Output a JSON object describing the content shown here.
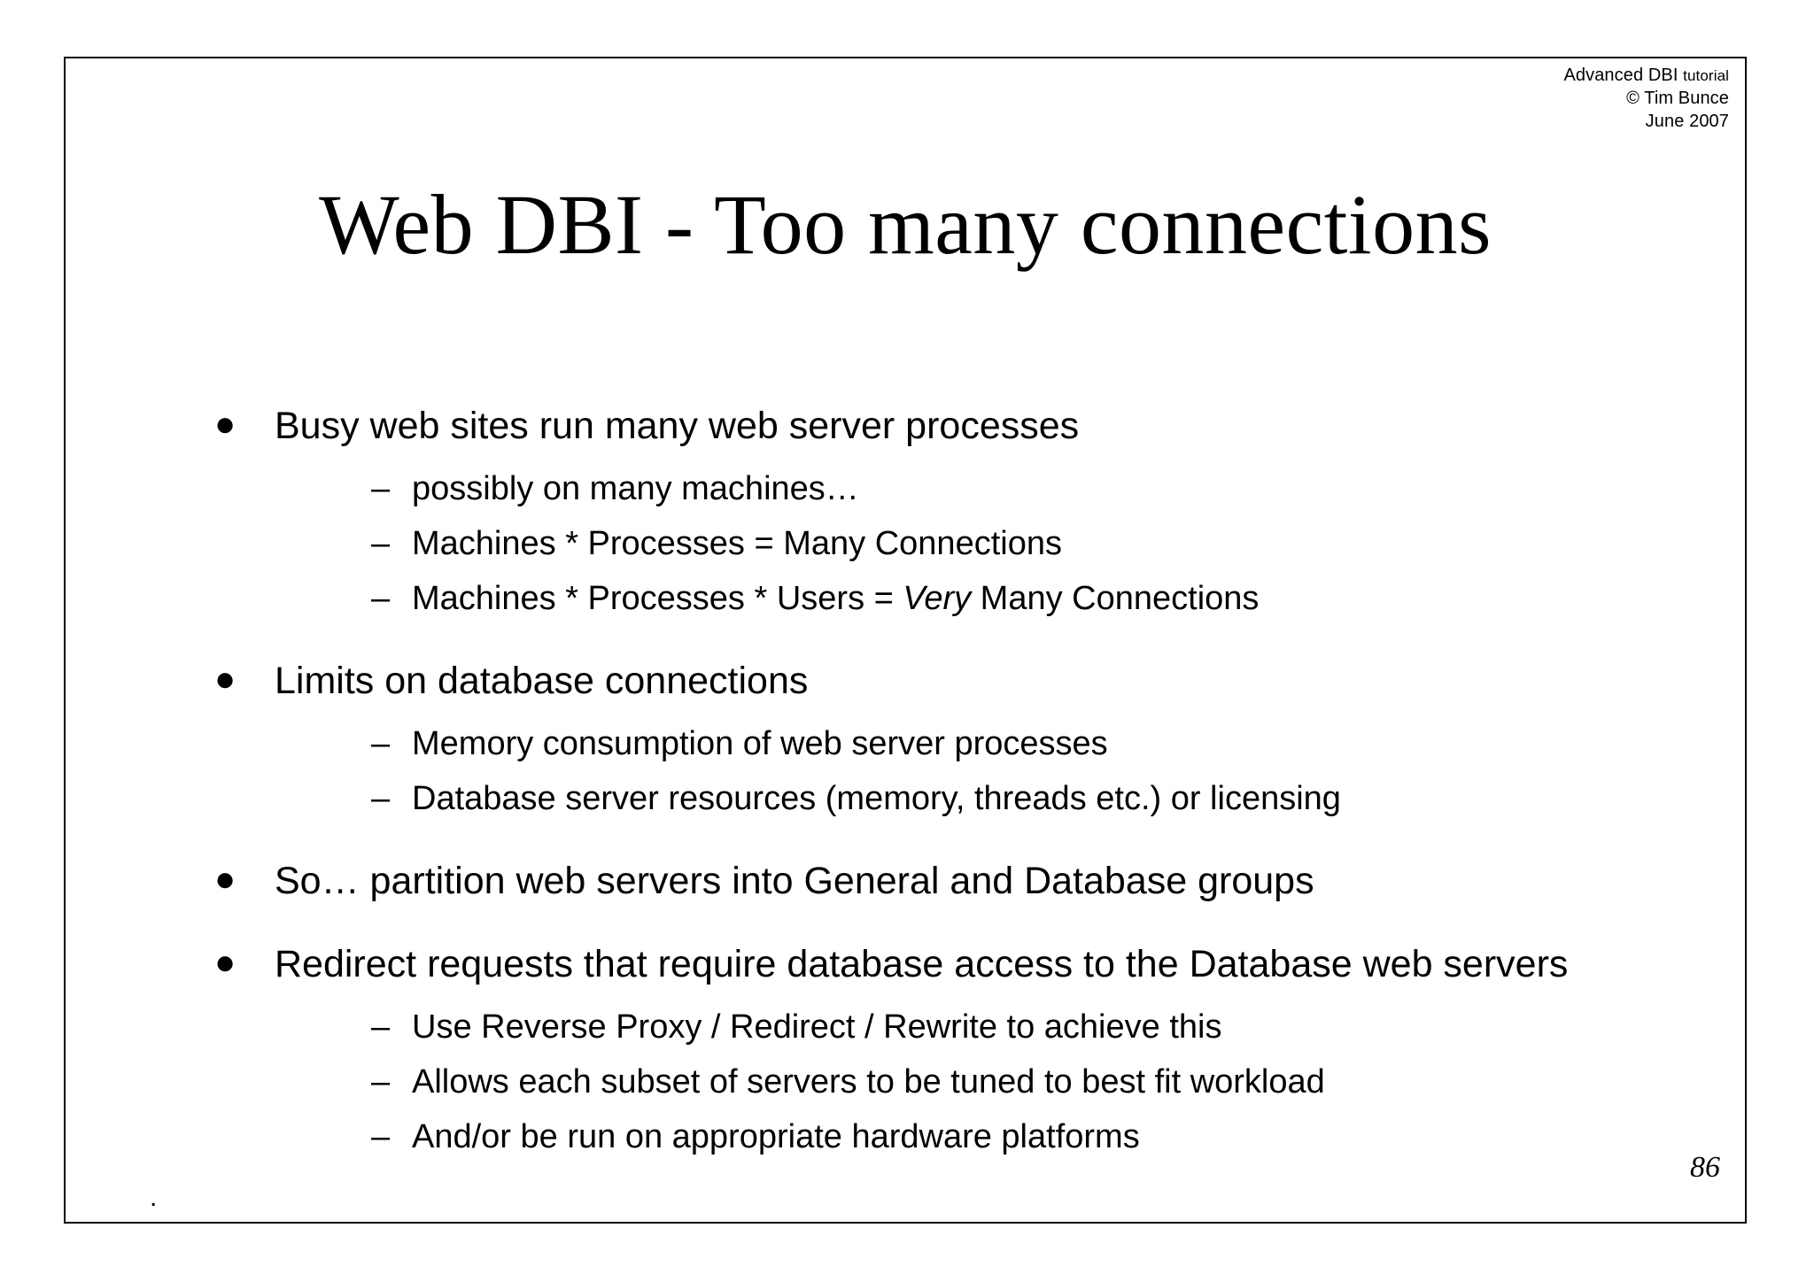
{
  "slide": {
    "header": {
      "line1_main": "Advanced DBI",
      "line1_small": "tutorial",
      "line2": "© Tim Bunce",
      "line3": "June 2007"
    },
    "title": "Web DBI - Too many connections",
    "bullets": [
      {
        "marker": "●",
        "text": "Busy web sites run many web server processes",
        "sub": [
          {
            "marker": "–",
            "text": "possibly on many machines…"
          },
          {
            "marker": "–",
            "text": "Machines * Processes = Many Connections"
          },
          {
            "marker": "–",
            "pre": "Machines * Processes * Users = ",
            "emphasis": "Very",
            "post": " Many Connections"
          }
        ]
      },
      {
        "marker": "●",
        "text": "Limits on database connections",
        "sub": [
          {
            "marker": "–",
            "text": "Memory consumption of web server processes"
          },
          {
            "marker": "–",
            "text": "Database server resources (memory, threads etc.) or licensing"
          }
        ]
      },
      {
        "marker": "●",
        "text": "So… partition web servers into General and Database groups",
        "sub": []
      },
      {
        "marker": "●",
        "text": "Redirect requests that require database access to the Database web servers",
        "sub": [
          {
            "marker": "–",
            "text": "Use Reverse Proxy / Redirect / Rewrite to achieve this"
          },
          {
            "marker": "–",
            "text": "Allows each subset of servers to be tuned to best fit workload"
          },
          {
            "marker": "–",
            "text": "And/or be run on appropriate hardware platforms"
          }
        ]
      }
    ],
    "page_number": "86",
    "trailing_dot": ".",
    "colors": {
      "text": "#000000",
      "background": "#ffffff",
      "border": "#000000"
    }
  }
}
